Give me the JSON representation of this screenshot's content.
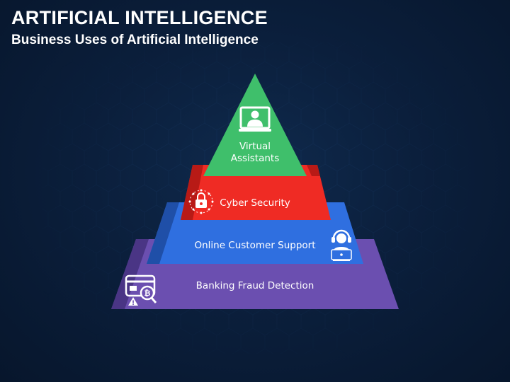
{
  "header": {
    "title": "ARTIFICIAL INTELLIGENCE",
    "subtitle": "Business Uses of Artificial Intelligence"
  },
  "pyramid": {
    "levels": [
      {
        "label_line1": "Virtual",
        "label_line2": "Assistants",
        "color": "#3fbf6b",
        "icon": "virtual-assistant-laptop-icon"
      },
      {
        "label": "Cyber Security",
        "color": "#ef2b24",
        "icon": "padlock-circuit-icon"
      },
      {
        "label": "Online Customer Support",
        "color": "#2f6fe0",
        "icon": "headset-agent-icon"
      },
      {
        "label": "Banking Fraud Detection",
        "color": "#6b4fb0",
        "icon": "credit-card-fraud-icon"
      }
    ]
  }
}
